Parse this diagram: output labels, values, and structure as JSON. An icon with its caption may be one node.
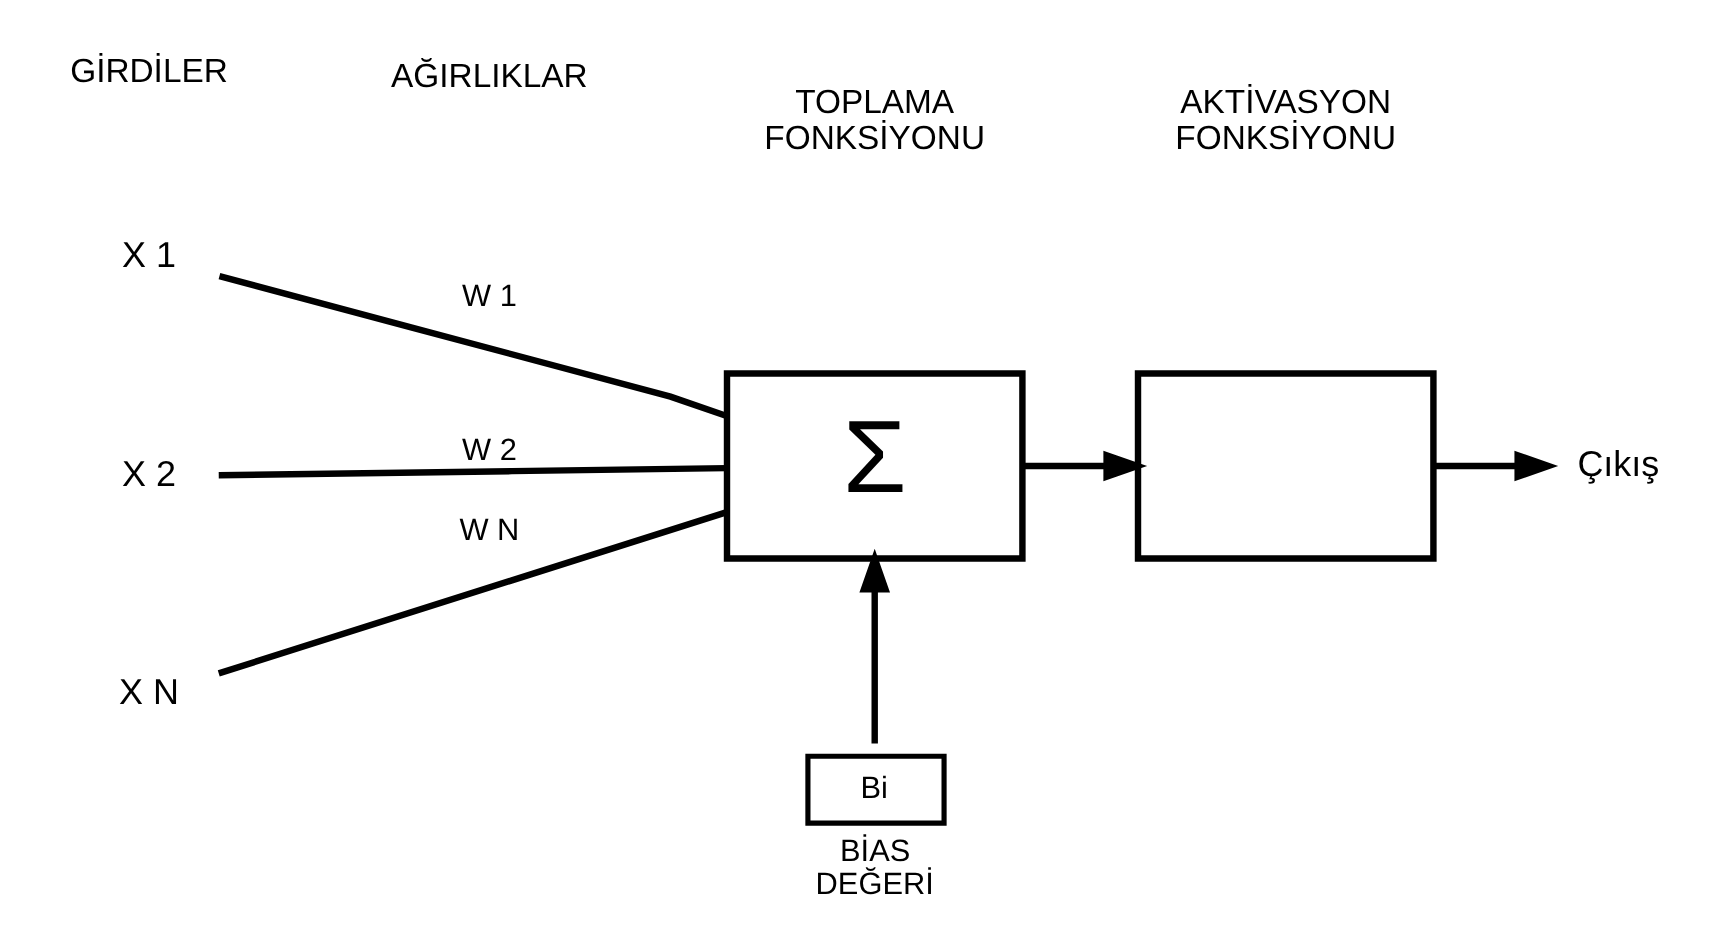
{
  "diagram": {
    "nodes": [
      {
        "text": [
          "X 1"
        ]
      },
      {
        "text": [
          "X 2"
        ]
      },
      {
        "text": [
          "X N"
        ]
      },
      {
        "text": [
          "Σ"
        ]
      },
      {
        "text": [],
        "shape": "box"
      },
      {
        "text": [
          "Bi"
        ],
        "beside": [
          "BİAS DEĞERİ"
        ]
      },
      {
        "text": [
          "Çıkış"
        ]
      }
    ],
    "edges": [
      {
        "from": 0,
        "to": 3,
        "arrow": "none",
        "label": "W 1"
      },
      {
        "from": 1,
        "to": 3,
        "arrow": "none",
        "label": "W 2"
      },
      {
        "from": 2,
        "to": 3,
        "arrow": "none",
        "label": "W N"
      },
      {
        "from": 5,
        "to": 3,
        "arrow": "to"
      },
      {
        "from": 3,
        "to": 4,
        "arrow": "to"
      },
      {
        "from": 4,
        "to": 6,
        "arrow": "to"
      }
    ],
    "labels": [
      "GİRDİLER",
      "AĞIRLIKLAR",
      "TOPLAMA FONKSİYONU",
      "AKTİVASYON FONKSİYONU"
    ]
  }
}
